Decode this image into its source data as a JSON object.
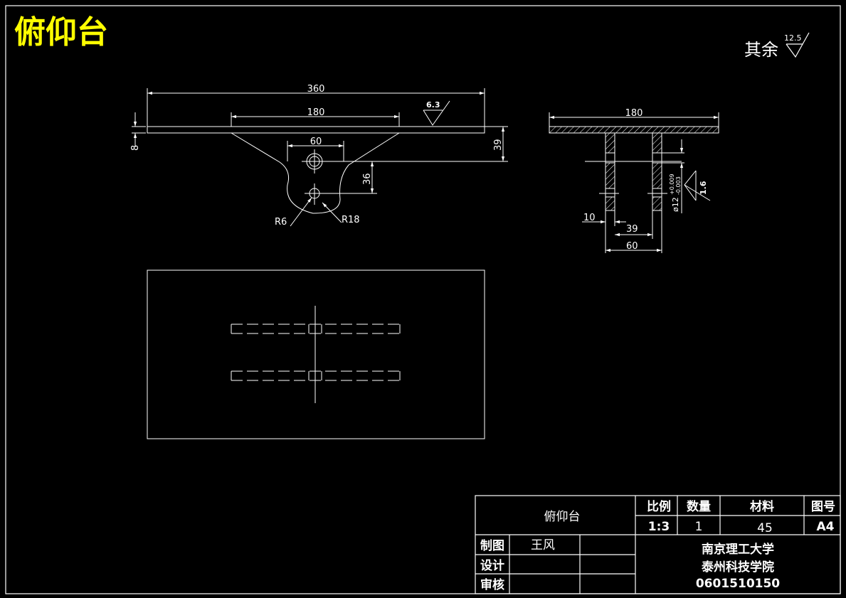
{
  "title": "俯仰台",
  "roughness_note": {
    "prefix": "其余",
    "value": "12.5"
  },
  "front_view": {
    "dim_overall": "360",
    "dim_top_span": "180",
    "dim_hole_span": "60",
    "dim_thickness": "8",
    "dim_height": "39",
    "dim_hole_offset": "36",
    "roughness": "6.3",
    "radius_small": "R6",
    "radius_large": "R18"
  },
  "side_view": {
    "dim_width": "180",
    "dim_slot": "10",
    "dim_inner": "39",
    "dim_outer": "60",
    "hole_spec": "ø12",
    "hole_tol_upper": "+0.009",
    "hole_tol_lower": "-0.003",
    "roughness": "1.6"
  },
  "title_block": {
    "part_name": "俯仰台",
    "headers": {
      "scale": "比例",
      "quantity": "数量",
      "material": "材料",
      "drawing_no": "图号"
    },
    "values": {
      "scale": "1:3",
      "quantity": "1",
      "material": "45",
      "drawing_no": "A4"
    },
    "rows": [
      {
        "role": "制图",
        "name": "王风"
      },
      {
        "role": "设计",
        "name": ""
      },
      {
        "role": "审核",
        "name": ""
      }
    ],
    "institution": [
      "南京理工大学",
      "泰州科技学院",
      "0601510150"
    ]
  },
  "colors": {
    "background": "#000000",
    "lines": "#ffffff",
    "title": "#ffff00"
  }
}
